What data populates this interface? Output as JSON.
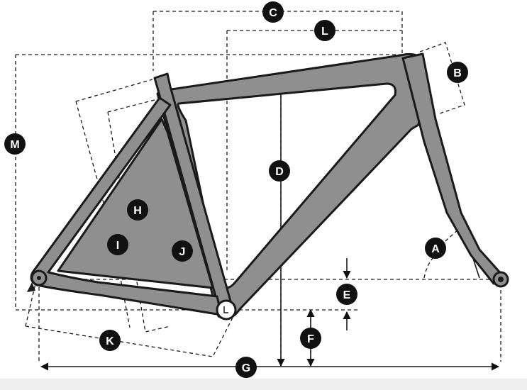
{
  "diagram": {
    "labels": {
      "a": "A",
      "b": "B",
      "c": "C",
      "d": "D",
      "e": "E",
      "f": "F",
      "g": "G",
      "h": "H",
      "i": "I",
      "j": "J",
      "k": "K",
      "l": "L",
      "m": "M"
    },
    "colors": {
      "frame_fill": "#8f8f8f",
      "outline": "#1a1a1a",
      "badge": "#111111",
      "background": "#ffffff",
      "footer": "#efefef"
    }
  }
}
